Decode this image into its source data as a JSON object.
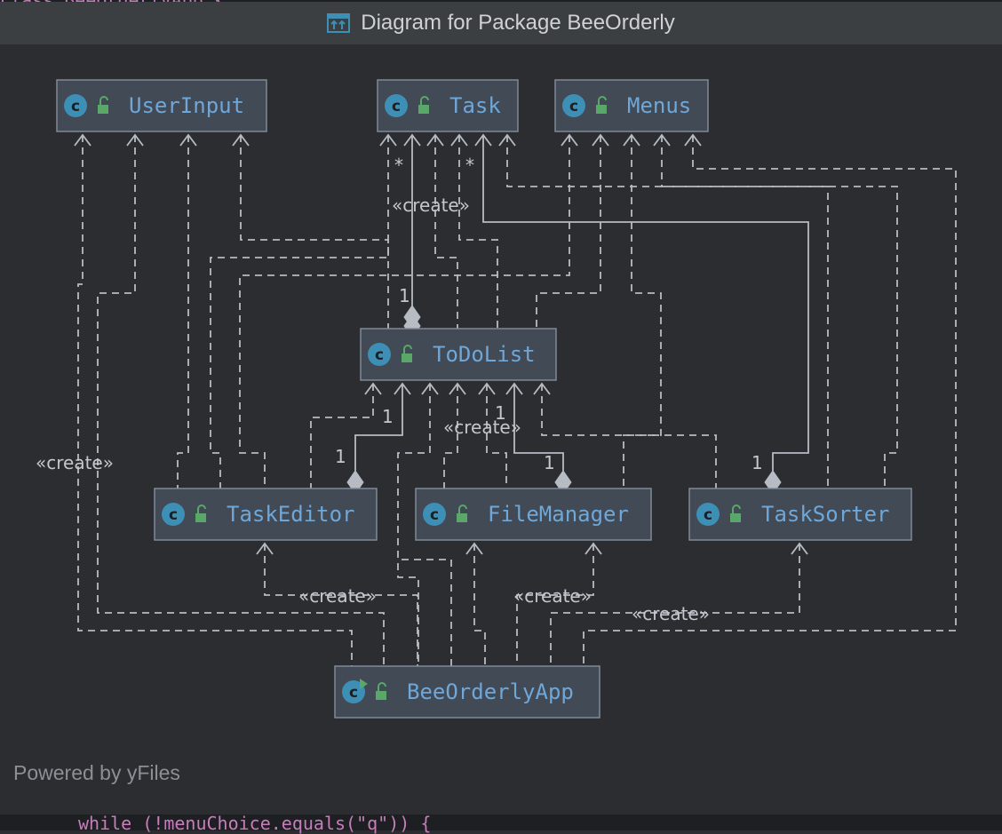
{
  "window": {
    "title": "Diagram for Package BeeOrderly",
    "icon": "uml-diagram-icon"
  },
  "editor_peek": {
    "top_text": "class BeeOrderlyApp {",
    "bottom_text": "while (!menuChoice.equals(\"q\")) {"
  },
  "footer": {
    "powered_by": "Powered by yFiles"
  },
  "colors": {
    "background": "#2b2d30",
    "node_fill": "#414a55",
    "node_border": "#7f8a96",
    "class_icon": "#3d8fb5",
    "lock_icon": "#59a869",
    "edge": "#b7bcc4",
    "class_name": "#6fa7d8"
  },
  "nodes": [
    {
      "id": "UserInput",
      "name": "UserInput"
    },
    {
      "id": "Task",
      "name": "Task"
    },
    {
      "id": "Menus",
      "name": "Menus"
    },
    {
      "id": "ToDoList",
      "name": "ToDoList"
    },
    {
      "id": "TaskEditor",
      "name": "TaskEditor"
    },
    {
      "id": "FileManager",
      "name": "FileManager"
    },
    {
      "id": "TaskSorter",
      "name": "TaskSorter"
    },
    {
      "id": "BeeOrderlyApp",
      "name": "BeeOrderlyApp",
      "runnable": true
    }
  ],
  "labels": {
    "create": "«create»",
    "one": "1",
    "many": "*"
  },
  "edges": [
    {
      "from": "ToDoList",
      "to": "Task",
      "kind": "composition",
      "target_mult": "*",
      "source_mult": "1",
      "label": "«create»"
    },
    {
      "from": "TaskEditor",
      "to": "ToDoList",
      "kind": "composition",
      "target_mult": "1",
      "source_mult": "1"
    },
    {
      "from": "FileManager",
      "to": "ToDoList",
      "kind": "composition",
      "source_mult": "1",
      "label": "«create»"
    },
    {
      "from": "TaskSorter",
      "to": "Task",
      "kind": "composition",
      "target_mult": "*",
      "source_mult": "1"
    },
    {
      "from": "BeeOrderlyApp",
      "to": "UserInput",
      "kind": "dependency",
      "label": "«create»"
    },
    {
      "from": "BeeOrderlyApp",
      "to": "TaskEditor",
      "kind": "dependency",
      "label": "«create»"
    },
    {
      "from": "BeeOrderlyApp",
      "to": "FileManager",
      "kind": "dependency",
      "label": "«create»"
    },
    {
      "from": "BeeOrderlyApp",
      "to": "TaskSorter",
      "kind": "dependency",
      "label": "«create»"
    }
  ]
}
